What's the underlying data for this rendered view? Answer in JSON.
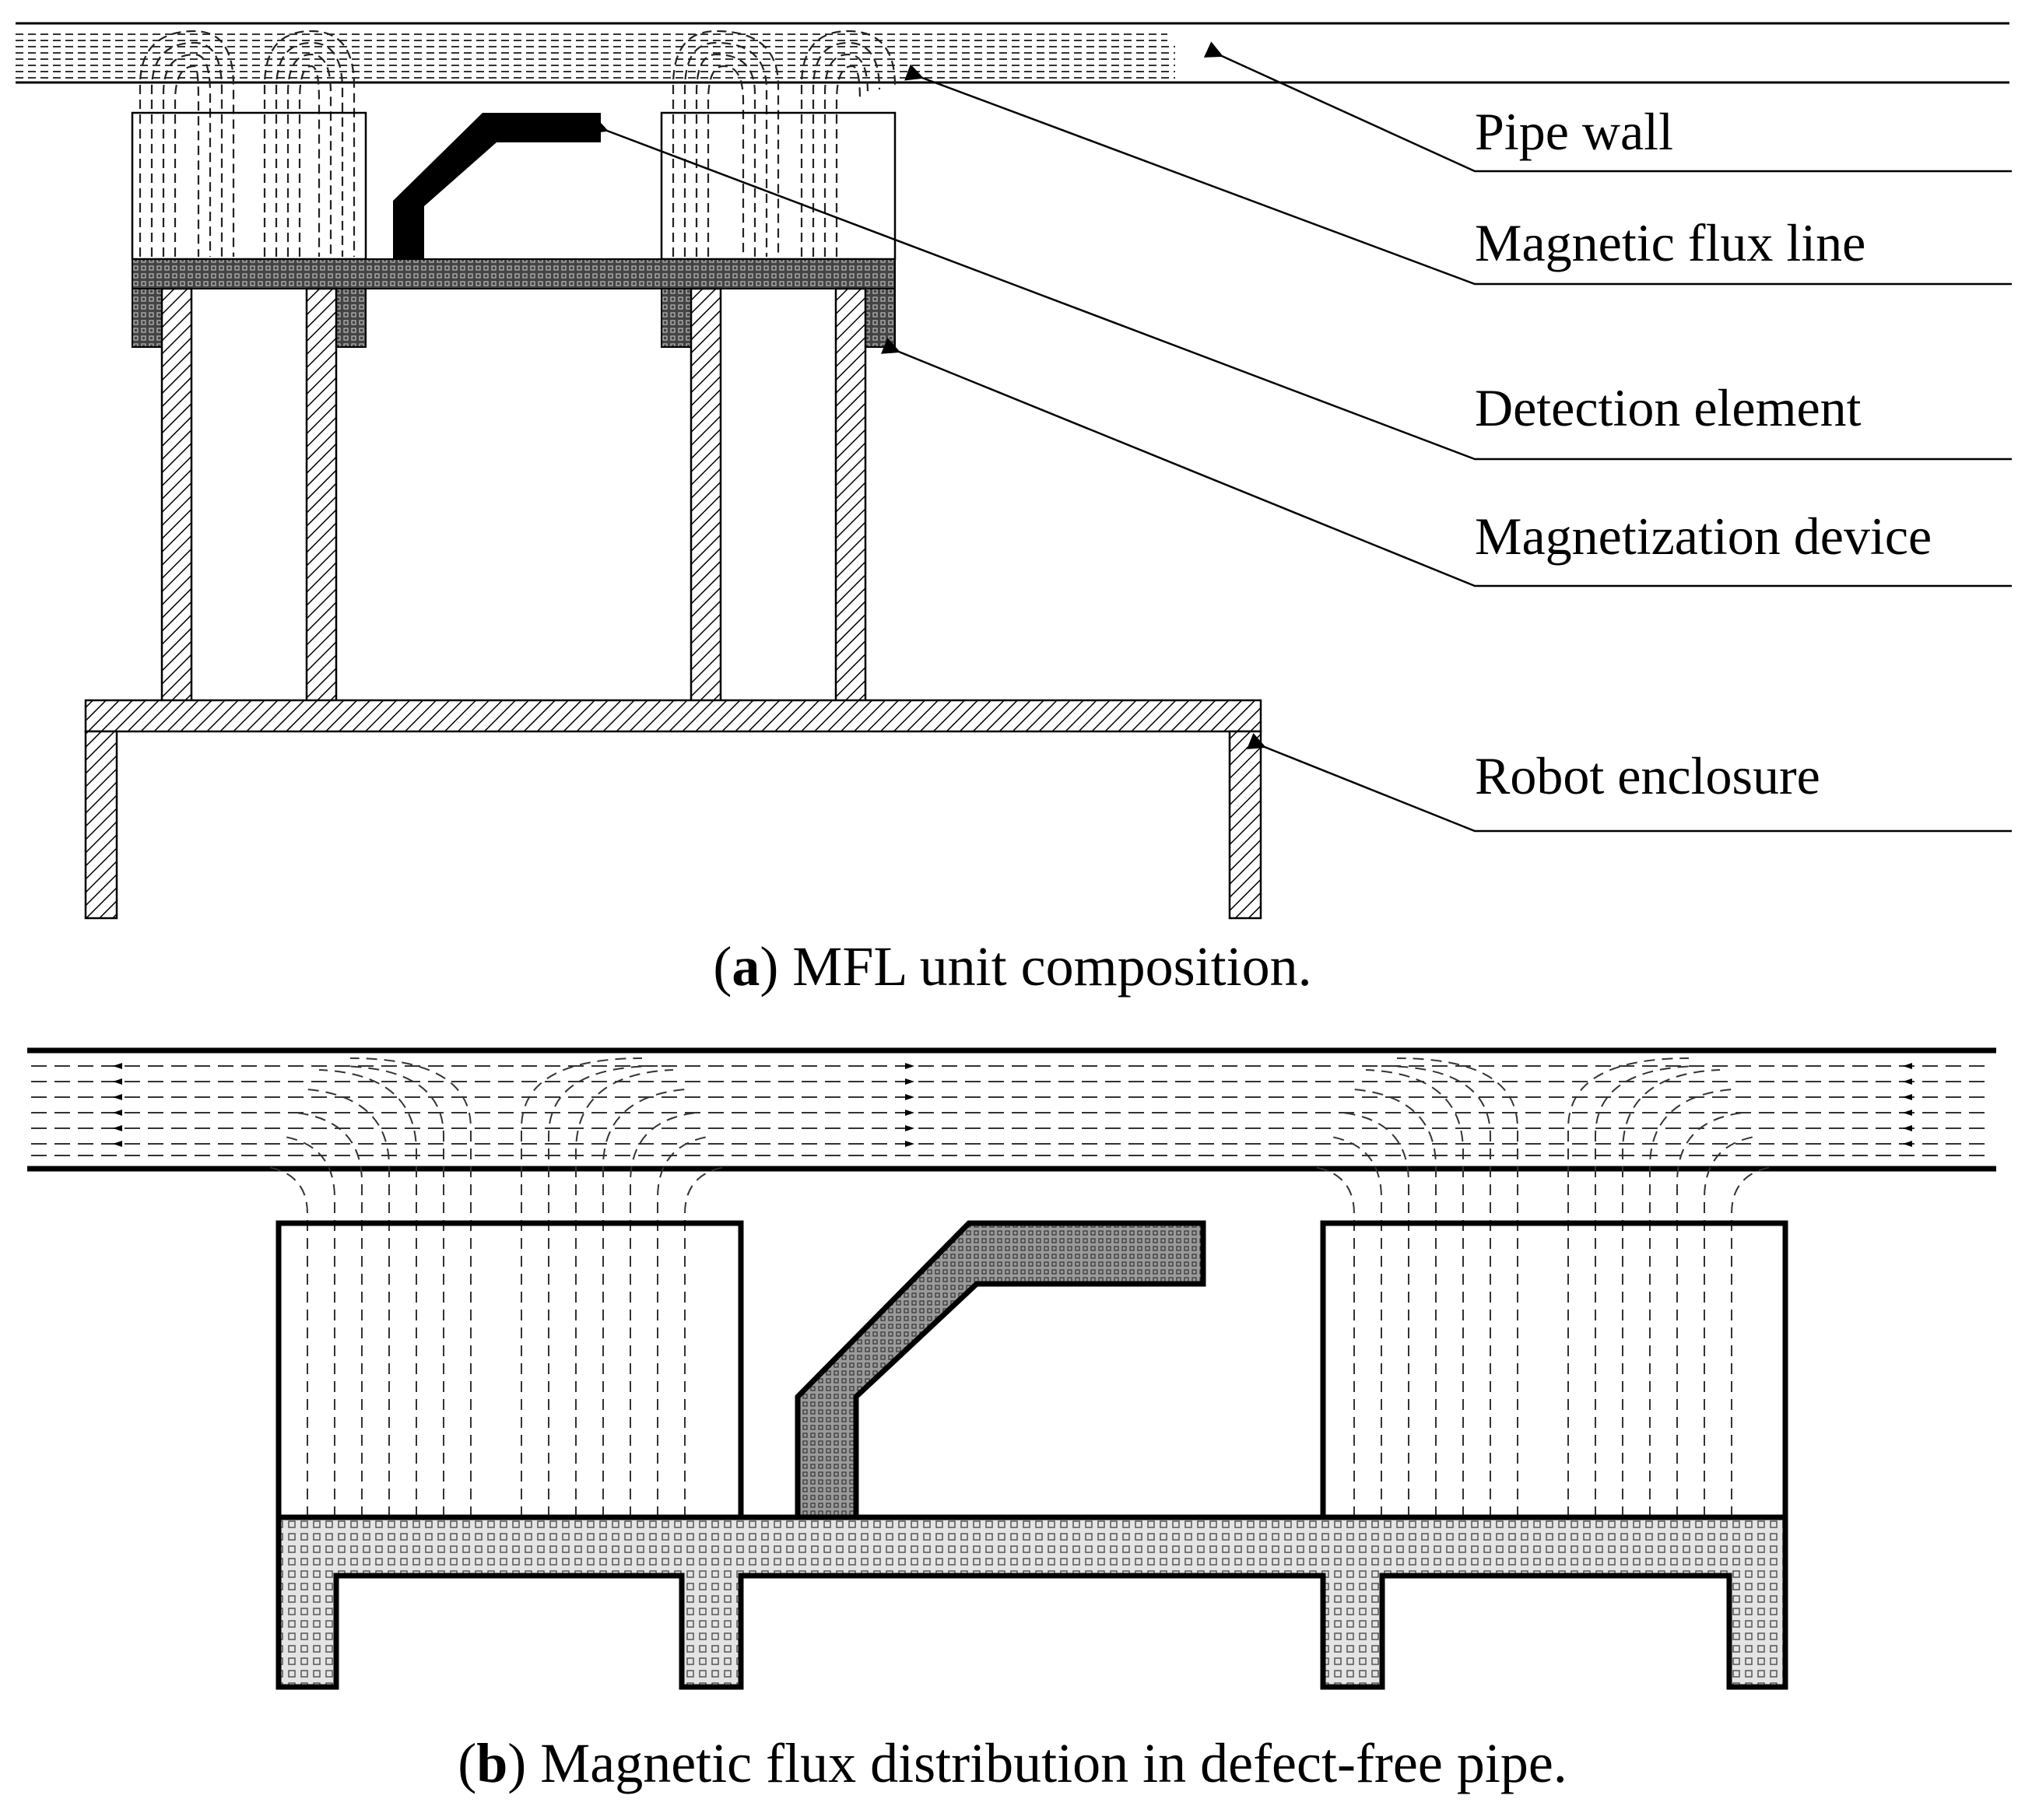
{
  "panel_a": {
    "labels": {
      "pipe_wall": "Pipe wall",
      "flux_line": "Magnetic flux line",
      "detection_element": "Detection element",
      "magnetization_device": "Magnetization device",
      "robot_enclosure": "Robot enclosure"
    },
    "caption_letter": "a",
    "caption_text": "MFL unit composition."
  },
  "panel_b": {
    "caption_letter": "b",
    "caption_text": "Magnetic flux distribution in defect-free pipe."
  },
  "colors": {
    "line": "#000000",
    "background": "#ffffff",
    "sensor_fill_b": "#8a8a8a",
    "yoke_fill_b": "#e2e2e2"
  }
}
